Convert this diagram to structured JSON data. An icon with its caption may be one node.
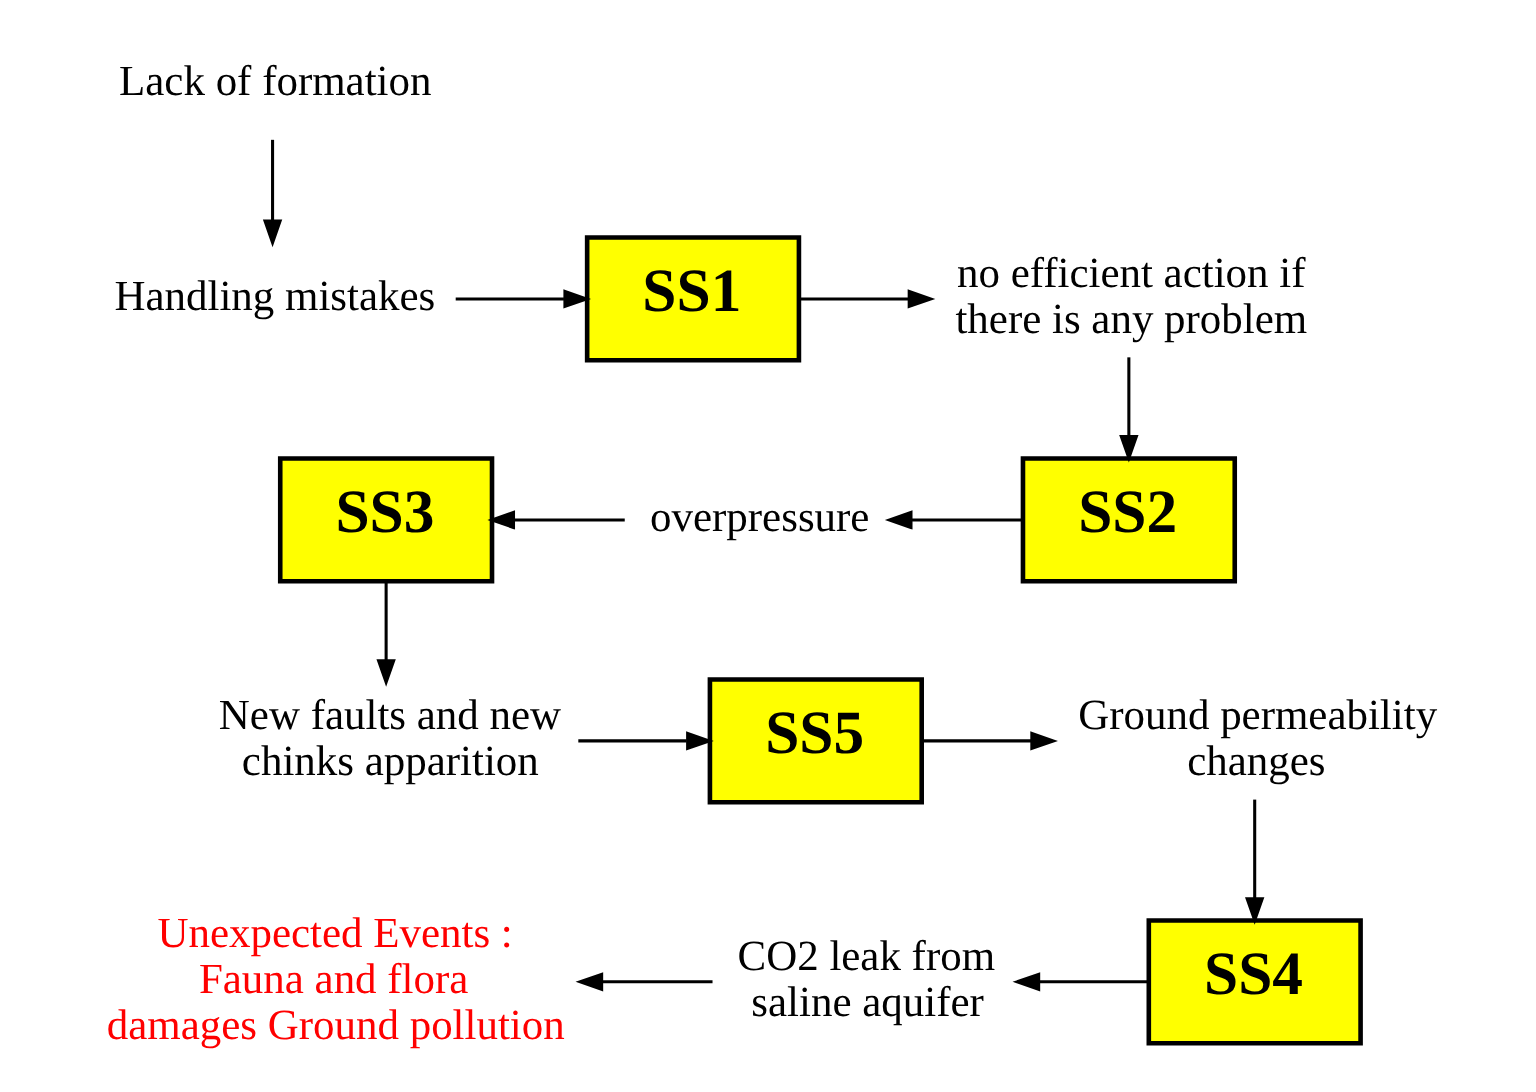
{
  "diagram": {
    "nodes": [
      {
        "text": [
          "Lack of formation"
        ]
      },
      {
        "text": [
          "Handling mistakes"
        ]
      },
      {
        "text": [
          "SS1"
        ]
      },
      {
        "text": [
          "no efficient action if there is any problem"
        ]
      },
      {
        "text": [
          "SS2"
        ]
      },
      {
        "text": [
          "overpressure"
        ]
      },
      {
        "text": [
          "SS3"
        ]
      },
      {
        "text": [
          "New faults and new chinks apparition"
        ]
      },
      {
        "text": [
          "SS5"
        ]
      },
      {
        "text": [
          "Ground permeability changes"
        ]
      },
      {
        "text": [
          "SS4"
        ]
      },
      {
        "text": [
          "CO2 leak from saline aquifer"
        ]
      },
      {
        "text": [
          "Unexpected Events : Fauna and flora damages Ground pollution"
        ]
      }
    ],
    "edges": [
      {
        "from": 0,
        "to": 1,
        "arrow": "to"
      },
      {
        "from": 1,
        "to": 2,
        "arrow": "to"
      },
      {
        "from": 2,
        "to": 3,
        "arrow": "to"
      },
      {
        "from": 3,
        "to": 4,
        "arrow": "to"
      },
      {
        "from": 4,
        "to": 5,
        "arrow": "to"
      },
      {
        "from": 5,
        "to": 6,
        "arrow": "to"
      },
      {
        "from": 6,
        "to": 7,
        "arrow": "to"
      },
      {
        "from": 7,
        "to": 8,
        "arrow": "to"
      },
      {
        "from": 8,
        "to": 9,
        "arrow": "to"
      },
      {
        "from": 9,
        "to": 10,
        "arrow": "to"
      },
      {
        "from": 10,
        "to": 11,
        "arrow": "to"
      },
      {
        "from": 11,
        "to": 12,
        "arrow": "to"
      }
    ]
  }
}
